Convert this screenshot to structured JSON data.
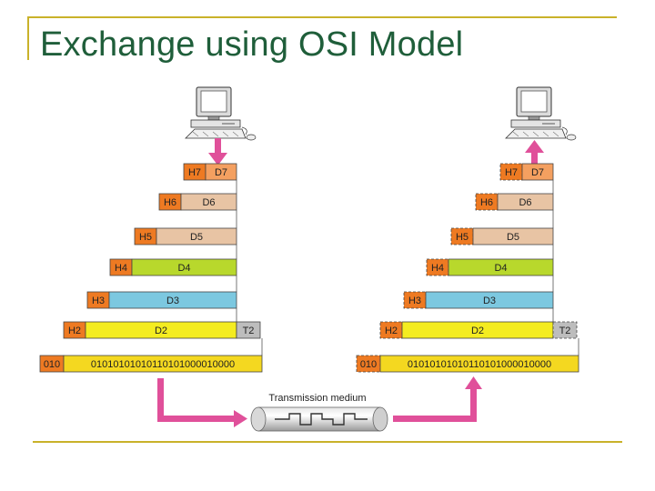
{
  "slide": {
    "title": "Exchange using OSI Model"
  },
  "colors": {
    "frame": "#c9b22a",
    "title": "#1f5e3a",
    "arrow": "#e0509a",
    "layer7": "#f4a060",
    "layer6": "#e8c4a4",
    "layer5": "#e8c4a4",
    "layer4": "#b8d82c",
    "layer3": "#7cc8e0",
    "layer2": "#f4ec20",
    "layer1": "#f4d820",
    "header7": "#ee7a22",
    "header": "#ee7a22",
    "trailer": "#bdbdbd"
  },
  "diagram": {
    "layers": [
      {
        "header": "H7",
        "data": "D7"
      },
      {
        "header": "H6",
        "data": "D6"
      },
      {
        "header": "H5",
        "data": "D5"
      },
      {
        "header": "H4",
        "data": "D4"
      },
      {
        "header": "H3",
        "data": "D3"
      },
      {
        "header": "H2",
        "data": "D2",
        "trailer": "T2"
      }
    ],
    "bits_prefix": "010",
    "bits": "01010101010110101000010000",
    "medium_label": "Transmission medium"
  }
}
